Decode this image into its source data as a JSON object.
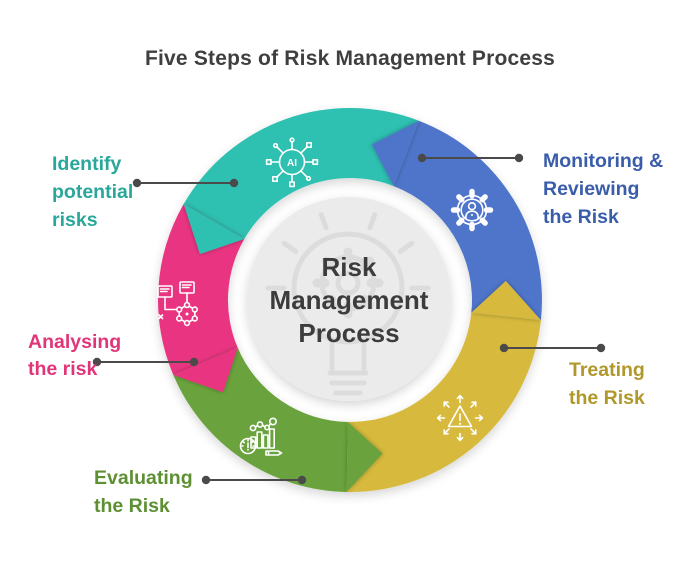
{
  "title": "Five Steps of Risk Management Process",
  "center_label": "Risk\nManagement\nProcess",
  "colors": {
    "background": "#ffffff",
    "title_text": "#3f3f3f",
    "center_circle": "#ebebeb",
    "center_text": "#3c3c3c",
    "bulb_watermark": "#dcdcdc",
    "connector": "#4a4a4a",
    "icon_stroke": "#ffffff"
  },
  "steps": [
    {
      "name": "identify-potential-risks",
      "label": "Identify\npotential\nrisks",
      "segment_color": "#2fc0b1",
      "label_color": "#2aa79b",
      "icon": "ai-circuit-icon",
      "icon_text": "AI"
    },
    {
      "name": "analysing-the-risk",
      "label": "Analysing\nthe risk",
      "segment_color": "#e93481",
      "label_color": "#e13579",
      "icon": "network-documents-icon"
    },
    {
      "name": "evaluating-the-risk",
      "label": "Evaluating\nthe Risk",
      "segment_color": "#6ba33d",
      "label_color": "#5d9033",
      "icon": "chart-gauge-icon"
    },
    {
      "name": "treating-the-risk",
      "label": "Treating\nthe Risk",
      "segment_color": "#d7ba3c",
      "label_color": "#b0982a",
      "icon": "warning-arrows-icon"
    },
    {
      "name": "monitoring-reviewing-the-risk",
      "label": "Monitoring &\nReviewing\nthe Risk",
      "segment_color": "#4f74ca",
      "label_color": "#3a5dab",
      "icon": "gear-user-icon"
    }
  ]
}
